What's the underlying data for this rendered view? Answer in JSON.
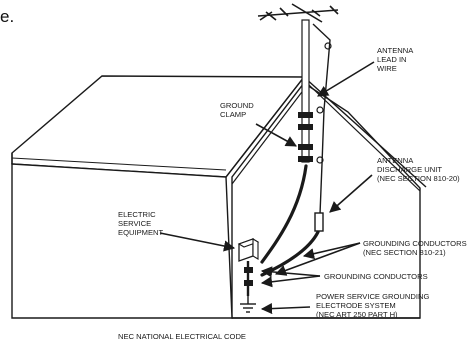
{
  "fragment": "e.",
  "labels": {
    "antenna_lead_in_wire": [
      "ANTENNA",
      "LEAD IN",
      "WIRE"
    ],
    "ground_clamp": [
      "GROUND",
      "CLAMP"
    ],
    "antenna_discharge_unit": [
      "ANTENNA",
      "DISCHARGE UNIT",
      "(NEC SECTION 810-20)"
    ],
    "electric_service_equipment": [
      "ELECTRIC",
      "SERVICE",
      "EQUIPMENT"
    ],
    "grounding_conductors_810_21": [
      "GROUNDING CONDUCTORS",
      "(NEC SECTION 810-21)"
    ],
    "grounding_conductors": [
      "GROUNDING CONDUCTORS"
    ],
    "power_service_grounding": [
      "POWER SERVICE GROUNDING",
      "ELECTRODE SYSTEM",
      "(NEC ART 250 PART H)"
    ],
    "footer": "NEC NATIONAL ELECTRICAL CODE"
  }
}
